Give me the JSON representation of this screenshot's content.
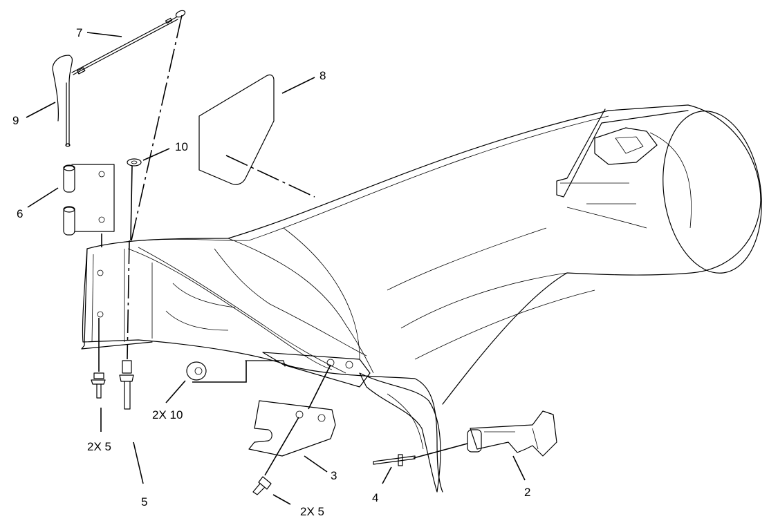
{
  "diagram": {
    "callouts": [
      {
        "id": "c7",
        "text": "7"
      },
      {
        "id": "c9",
        "text": "9"
      },
      {
        "id": "c8",
        "text": "8"
      },
      {
        "id": "c10",
        "text": "10"
      },
      {
        "id": "c6",
        "text": "6"
      },
      {
        "id": "c2x10",
        "text": "2X 10"
      },
      {
        "id": "c2x5a",
        "text": "2X 5"
      },
      {
        "id": "c5",
        "text": "5"
      },
      {
        "id": "c3",
        "text": "3"
      },
      {
        "id": "c2x5b",
        "text": "2X 5"
      },
      {
        "id": "c4",
        "text": "4"
      },
      {
        "id": "c2",
        "text": "2"
      }
    ]
  }
}
